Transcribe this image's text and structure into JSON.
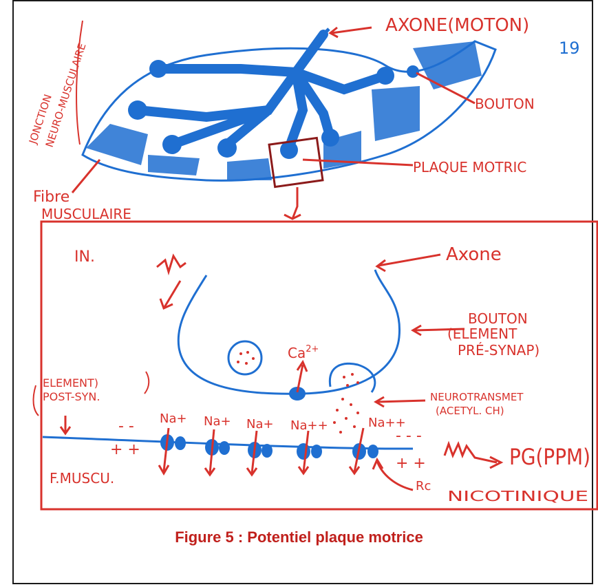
{
  "caption": "Figure 5 : Potentiel plaque motrice",
  "page_number": "19",
  "top": {
    "axone": "AXONE(MOTON)",
    "bouton": "BOUTON",
    "plaque": "PLAQUE MOTRIC",
    "fibre_1": "Fibre",
    "fibre_2": "MUSCULAIRE",
    "jonction_1": "JONCTION",
    "jonction_2": "NEURO-MUSCULAIRE"
  },
  "bottom": {
    "in": "IN.",
    "axone": "Axone",
    "bouton_1": "BOUTON",
    "bouton_2": "(ELEMENT",
    "bouton_3": "PRÉ-SYNAP)",
    "element_1": "ELEMENT)",
    "element_2": "POST-SYN.",
    "ca": "Ca",
    "ca_sup": "2+",
    "neuro_1": "NEUROTRANSMET",
    "neuro_2": "(ACETYL. CH)",
    "na": [
      "Na+",
      "Na+",
      "Na+",
      "Na++",
      "Na++"
    ],
    "minus_left": "- -",
    "plus_left": "+ +",
    "minus_right": "- - -",
    "plus_right": "+ +",
    "pg": "PG(PPM)",
    "fmuscu": "F.MUSCU.",
    "rc": "Rc",
    "nicotinique": "NICOTINIQUE"
  },
  "colors": {
    "blue": "#1f6fd1",
    "red": "#d8322c",
    "caption": "#c0201c"
  }
}
